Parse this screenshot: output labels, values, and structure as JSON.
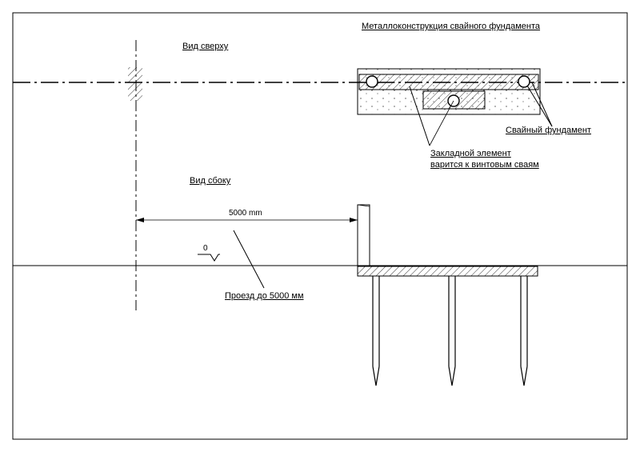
{
  "title_top": "Металлоконструкция свайного фундамента",
  "view_top": "Вид сверху",
  "view_side": "Вид сбоку",
  "callout_pile": "Свайный фундамент",
  "callout_embed_line1": "Закладной элемент",
  "callout_embed_line2": "варится к винтовым сваям",
  "dimension": "5000 mm",
  "level_mark": "0",
  "callout_passage": "Проезд до 5000 мм"
}
